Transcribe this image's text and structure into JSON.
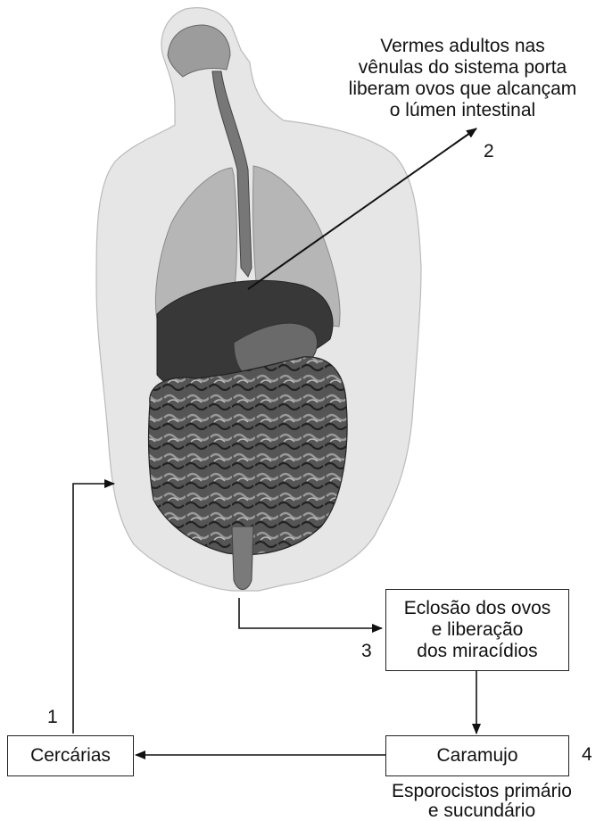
{
  "diagram": {
    "top_label_lines": [
      "Vermes adultos nas",
      "vênulas do sistema porta",
      "liberam ovos que alcançam",
      "o lúmen intestinal"
    ],
    "step_numbers": {
      "one": "1",
      "two": "2",
      "three": "3",
      "four": "4"
    },
    "box_eclosao_lines": [
      "Eclosão dos ovos",
      "e liberação",
      "dos miracídios"
    ],
    "box_caramujo": "Caramujo",
    "box_cercarias": "Cercárias",
    "caramujo_note_lines": [
      "Esporocistos primário",
      "e sucundário"
    ]
  },
  "colors": {
    "ink": "#111111",
    "skin": "#e4e4e4",
    "lung": "#b4b4b4",
    "liver": "#3a3a3a",
    "intestine": "#4a4a4a"
  },
  "icons": [
    "human-body-anatomy-illustration",
    "arrow-icon"
  ]
}
